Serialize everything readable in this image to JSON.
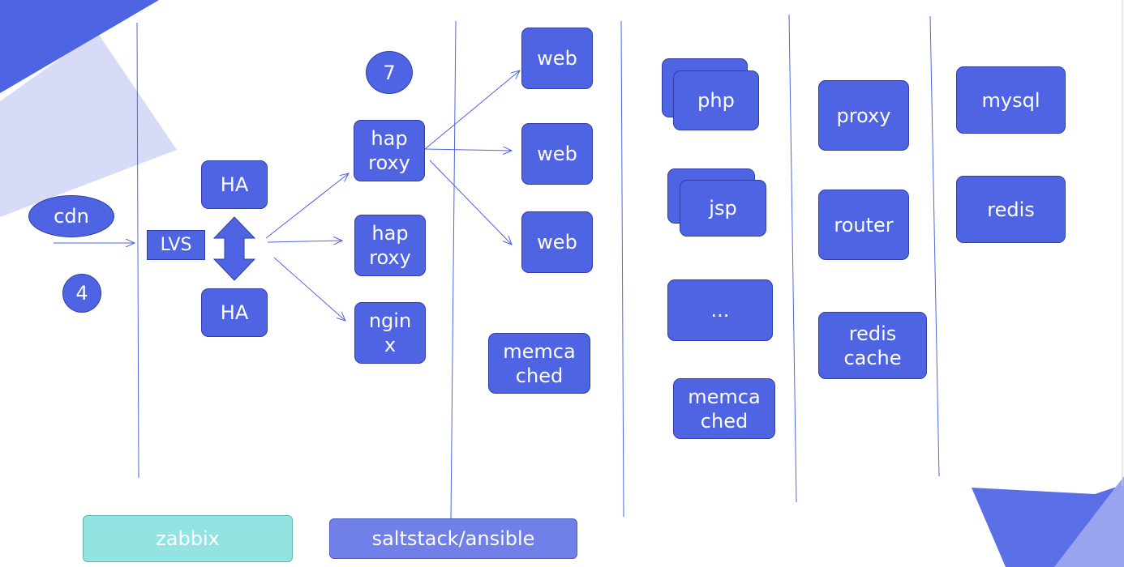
{
  "colors": {
    "node_fill": "#4e64e2",
    "node_border": "#2f3ea8",
    "line": "#4e64e2",
    "zabbix_fill": "#93e3e3",
    "saltstack_fill": "#7080e8",
    "corner_dark": "#4e64e2",
    "corner_light": "#d7dbf8"
  },
  "nodes": {
    "cdn": "cdn",
    "lvs": "LVS",
    "badge_4": "4",
    "ha_top": "HA",
    "ha_bottom": "HA",
    "badge_7": "7",
    "haproxy_1": "hap\nroxy",
    "haproxy_2": "hap\nroxy",
    "nginx": "ngin\nx",
    "web_1": "web",
    "web_2": "web",
    "web_3": "web",
    "memcached_1": "memca\nched",
    "php": "php",
    "jsp": "jsp",
    "ellipsis": "...",
    "memcached_2": "memca\nched",
    "proxy": "proxy",
    "router": "router",
    "redis_cache": "redis\ncache",
    "mysql": "mysql",
    "redis": "redis"
  },
  "bottom_bar": {
    "zabbix": "zabbix",
    "saltstack": "saltstack/ansible"
  }
}
